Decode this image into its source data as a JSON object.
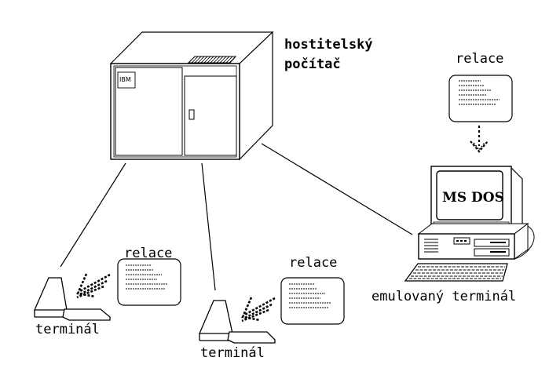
{
  "host": {
    "label_line1": "hostitelský",
    "label_line2": "počítač",
    "brand": "IBM"
  },
  "pc": {
    "screen_text": "MS DOS",
    "label": "emulovaný terminál"
  },
  "sessions": {
    "top": "relace",
    "left": "relace",
    "middle": "relace"
  },
  "terminals": {
    "left": "terminál",
    "middle": "terminál"
  }
}
